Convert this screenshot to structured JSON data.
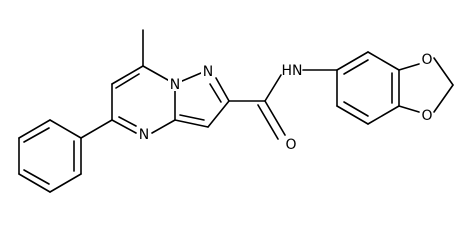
{
  "molecule": {
    "atoms": {
      "n_pyrimidine": "N",
      "n_pyrazole": "N",
      "n_pyrazole_upper": "N",
      "nh_amide": "HN",
      "o_carbonyl": "O",
      "o_dioxole_upper": "O",
      "o_dioxole_lower": "O"
    }
  }
}
